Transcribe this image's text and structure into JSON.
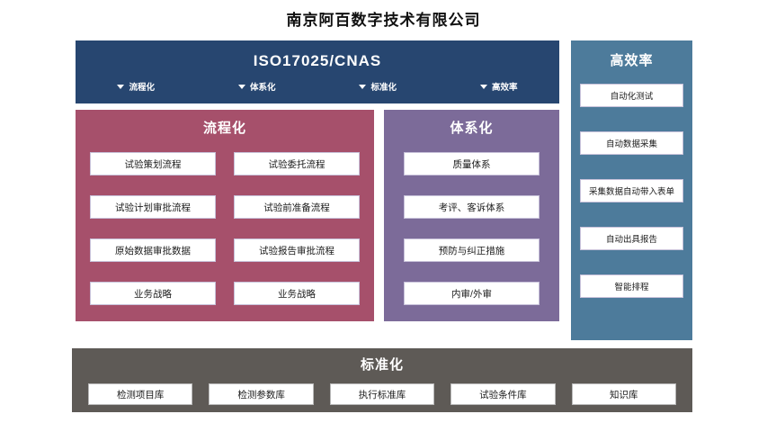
{
  "page": {
    "title": "南京阿百数字技术有限公司"
  },
  "colors": {
    "header_blue": "#274670",
    "process_pink": "#A6506B",
    "system_purple": "#7C6B99",
    "efficiency_blue": "#4D7B9B",
    "standard_gray": "#5E5A56",
    "cell_background": "#FFFFFF",
    "cell_border": "#C8C2DA"
  },
  "header": {
    "title": "ISO17025/CNAS",
    "tags": [
      {
        "icon": "triangle-down-icon",
        "label": "流程化"
      },
      {
        "icon": "triangle-down-icon",
        "label": "体系化"
      },
      {
        "icon": "triangle-down-icon",
        "label": "标准化"
      },
      {
        "icon": "triangle-down-icon",
        "label": "高效率"
      }
    ]
  },
  "panels": {
    "process": {
      "title": "流程化",
      "items": [
        "试验策划流程",
        "试验委托流程",
        "试验计划审批流程",
        "试验前准备流程",
        "原始数据审批数据",
        "试验报告审批流程",
        "业务战略",
        "业务战略"
      ]
    },
    "system": {
      "title": "体系化",
      "items": [
        "质量体系",
        "考评、客诉体系",
        "预防与纠正措施",
        "内审/外审"
      ]
    },
    "efficiency": {
      "title": "高效率",
      "items": [
        "自动化测试",
        "自动数据采集",
        "采集数据自动带入表单",
        "自动出具报告",
        "智能排程"
      ]
    },
    "standard": {
      "title": "标准化",
      "items": [
        "检测项目库",
        "检测参数库",
        "执行标准库",
        "试验条件库",
        "知识库"
      ]
    }
  }
}
